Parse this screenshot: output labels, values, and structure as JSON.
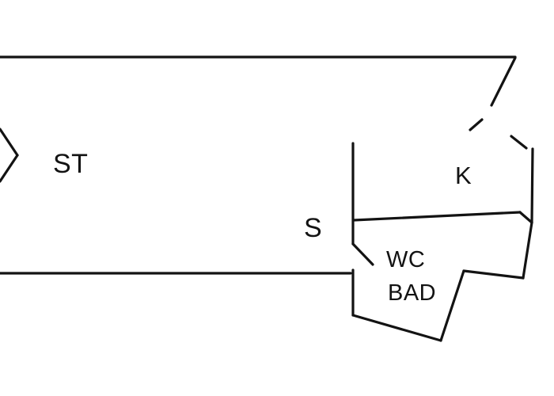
{
  "palette": {
    "background": "#ffffff",
    "line": "#131313"
  },
  "floorplan": {
    "type": "floor-plan-sketch",
    "rooms": {
      "st": {
        "label": "ST"
      },
      "s": {
        "label": "S"
      },
      "k": {
        "label": "K"
      },
      "wc": {
        "label": "WC"
      },
      "bad": {
        "label": "BAD"
      }
    }
  }
}
